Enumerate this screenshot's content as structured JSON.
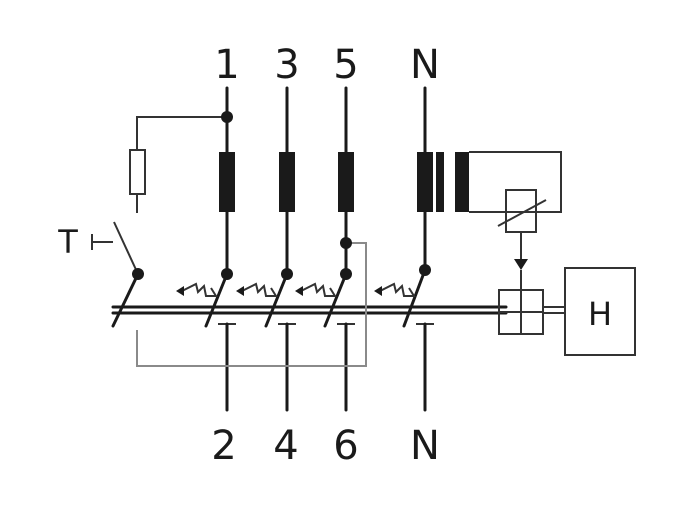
{
  "terminals_top": [
    "1",
    "3",
    "5",
    "N"
  ],
  "terminals_bottom": [
    "2",
    "4",
    "6",
    "N"
  ],
  "test_button_label": "T",
  "trip_unit_label": "H"
}
